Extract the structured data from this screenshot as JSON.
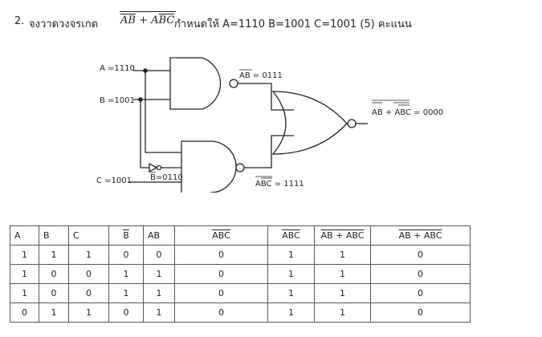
{
  "question": {
    "number": "2.",
    "instruction": "จงวาดวงจรเกต",
    "given": "กำหนดให้ A=1110   B=1001  C=1001  (5) คะแนน"
  },
  "expression": {
    "term1": "AB",
    "term2_a": "A",
    "term2_bc": "BC",
    "plus": "+"
  },
  "circuit": {
    "input_a": "A =1110",
    "input_b": "B =1001",
    "input_c": "C =1001",
    "not_b_label": "B",
    "not_b_value": "=0110",
    "nand1_label": "AB",
    "nand1_value": " = 0111",
    "nand2_label_a": "A",
    "nand2_label_bc": "BC",
    "nand2_value": " = 1111",
    "output_label_ab": "AB",
    "output_plus": " + ",
    "output_label_a": "A",
    "output_label_bc": "BC",
    "output_value": " = 0000",
    "wire_color": "#222222"
  },
  "table": {
    "headers": [
      "A",
      "B",
      "C",
      "B",
      "AB",
      "ABC",
      "ABC",
      "AB + ABC",
      "AB + ABC"
    ],
    "rows": [
      [
        "1",
        "1",
        "1",
        "0",
        "0",
        "0",
        "1",
        "1",
        "0"
      ],
      [
        "1",
        "0",
        "0",
        "1",
        "1",
        "0",
        "1",
        "1",
        "0"
      ],
      [
        "1",
        "0",
        "0",
        "1",
        "1",
        "0",
        "1",
        "1",
        "0"
      ],
      [
        "0",
        "1",
        "1",
        "0",
        "1",
        "0",
        "1",
        "1",
        "0"
      ]
    ]
  }
}
